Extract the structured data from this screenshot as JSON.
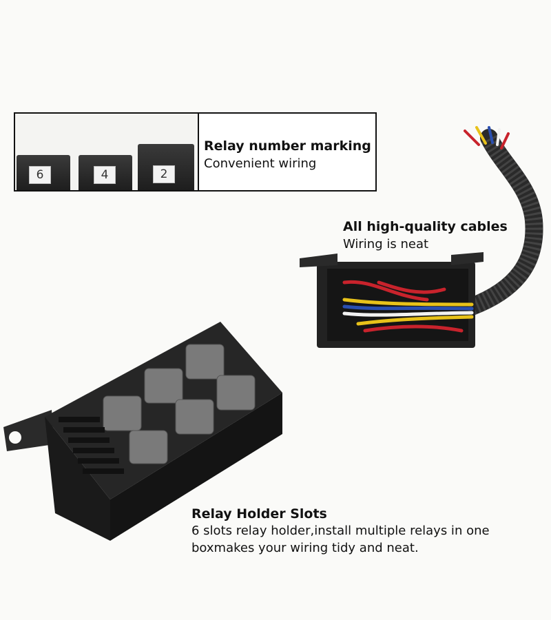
{
  "callout_number": {
    "title": "Relay number marking",
    "subtitle": "Convenient wiring",
    "slot_numbers": [
      "6",
      "4",
      "2"
    ]
  },
  "cables": {
    "title": "All high-quality cables",
    "subtitle": "Wiring is neat"
  },
  "holder": {
    "title": "Relay Holder Slots",
    "line1": "6 slots relay holder,install multiple relays in one",
    "line2": "boxmakes your wiring tidy and neat."
  },
  "colors": {
    "plastic": "#1e1e1e",
    "wire_red": "#c8232c",
    "wire_yellow": "#e8c21a",
    "wire_blue": "#2a4fb0",
    "wire_white": "#f2f2f2"
  }
}
